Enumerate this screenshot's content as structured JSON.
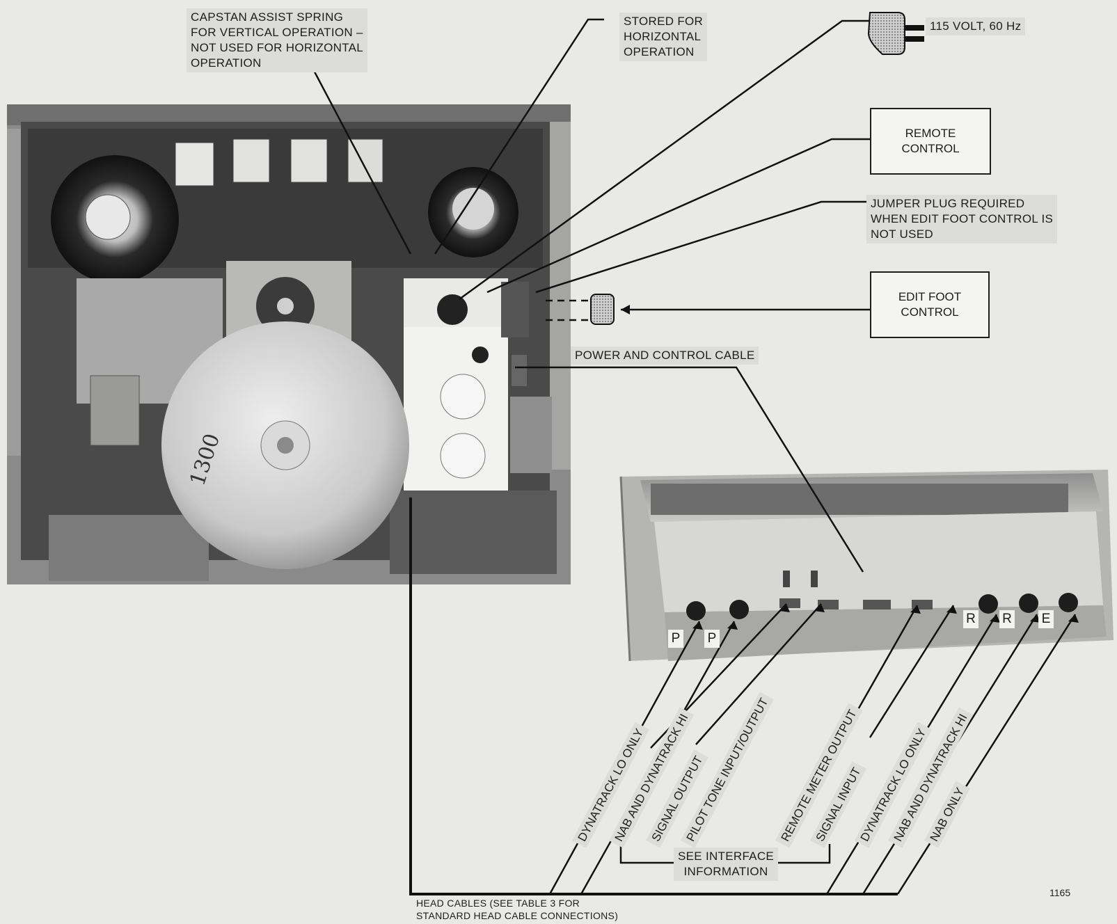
{
  "callouts": {
    "capstan_spring": "CAPSTAN ASSIST SPRING\nFOR VERTICAL OPERATION –\nNOT USED FOR HORIZONTAL\nOPERATION",
    "stored_horizontal": "STORED FOR\nHORIZONTAL\nOPERATION",
    "voltage": "115 VOLT, 60 Hz",
    "remote_control": "REMOTE\nCONTROL",
    "jumper_plug": "JUMPER PLUG REQUIRED\nWHEN EDIT FOOT CONTROL IS\nNOT USED",
    "edit_foot_control": "EDIT FOOT\nCONTROL",
    "power_control_cable": "POWER AND CONTROL CABLE",
    "see_interface": "SEE INTERFACE\nINFORMATION",
    "head_cables": "HEAD CABLES (SEE TABLE 3 FOR\nSTANDARD HEAD CABLE CONNECTIONS)"
  },
  "connector_labels": [
    "DYNATRACK LO ONLY",
    "NAB AND DYNATRACK HI",
    "SIGNAL OUTPUT",
    "PILOT TONE INPUT/OUTPUT",
    "REMOTE METER OUTPUT",
    "SIGNAL INPUT",
    "DYNATRACK LO ONLY",
    "NAB AND DYNATRACK HI",
    "NAB ONLY"
  ],
  "connector_letters": [
    "P",
    "P",
    "R",
    "R",
    "E"
  ],
  "reel_marking": "1300",
  "figure_number": "1165"
}
